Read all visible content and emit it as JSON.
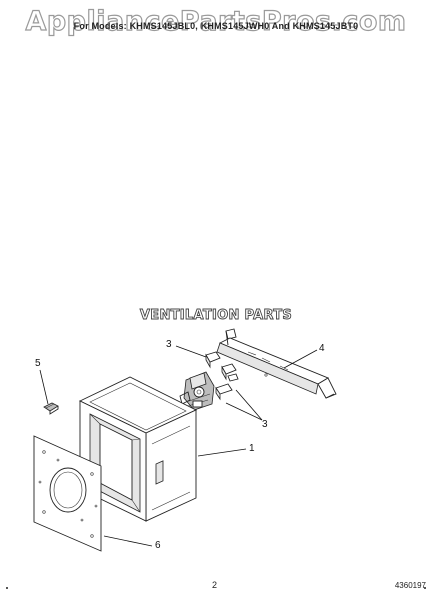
{
  "header": {
    "watermark": "AppliancePartsPros.com",
    "models_line": "For Models: KHMS145JBL0, KHMS145JWH0 And KHMS145JBT0"
  },
  "diagram": {
    "title": "VENTILATION PARTS",
    "callouts": {
      "part_1": "1",
      "part_3_top": "3",
      "part_3_bottom": "3",
      "part_4": "4",
      "part_5": "5",
      "part_6": "6"
    }
  },
  "footer": {
    "page_number": "2",
    "doc_number": "4360197"
  }
}
